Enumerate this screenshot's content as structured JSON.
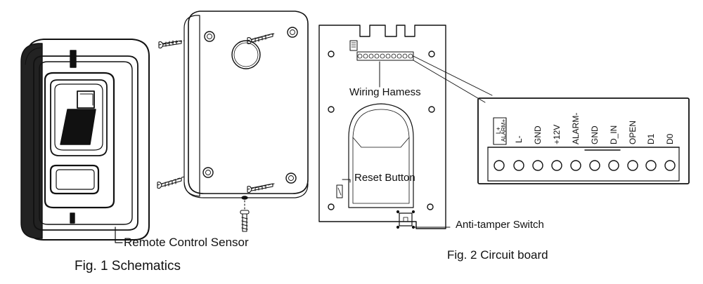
{
  "labels": {
    "remote_sensor": "Remote  Control Sensor",
    "fig1": "Fig. 1 Schematics",
    "wiring": "Wiring Hamess",
    "reset": "Reset Button",
    "tamper": "Anti-tamper Switch",
    "fig2": "Fig. 2 Circuit board"
  },
  "terminal_labels": [
    "L+ ALARM+",
    "L-",
    "GND",
    "+12V",
    "ALARM-",
    "GND",
    "D_IN",
    "OPEN",
    "D1",
    "D0"
  ],
  "terminal_top": "L+",
  "terminal_bottom": "ALARM+"
}
